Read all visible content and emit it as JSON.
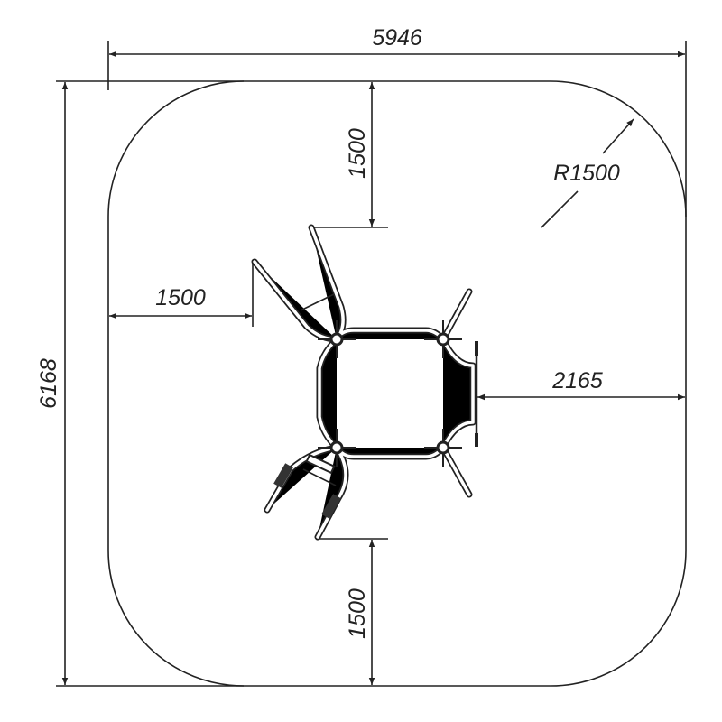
{
  "dimensions": {
    "width": "5946",
    "height": "6168",
    "top_clearance": "1500",
    "left_clearance": "1500",
    "right_clearance": "2165",
    "bottom_clearance": "1500",
    "corner_radius": "R1500"
  },
  "colors": {
    "line": "#222222",
    "background": "#ffffff"
  }
}
